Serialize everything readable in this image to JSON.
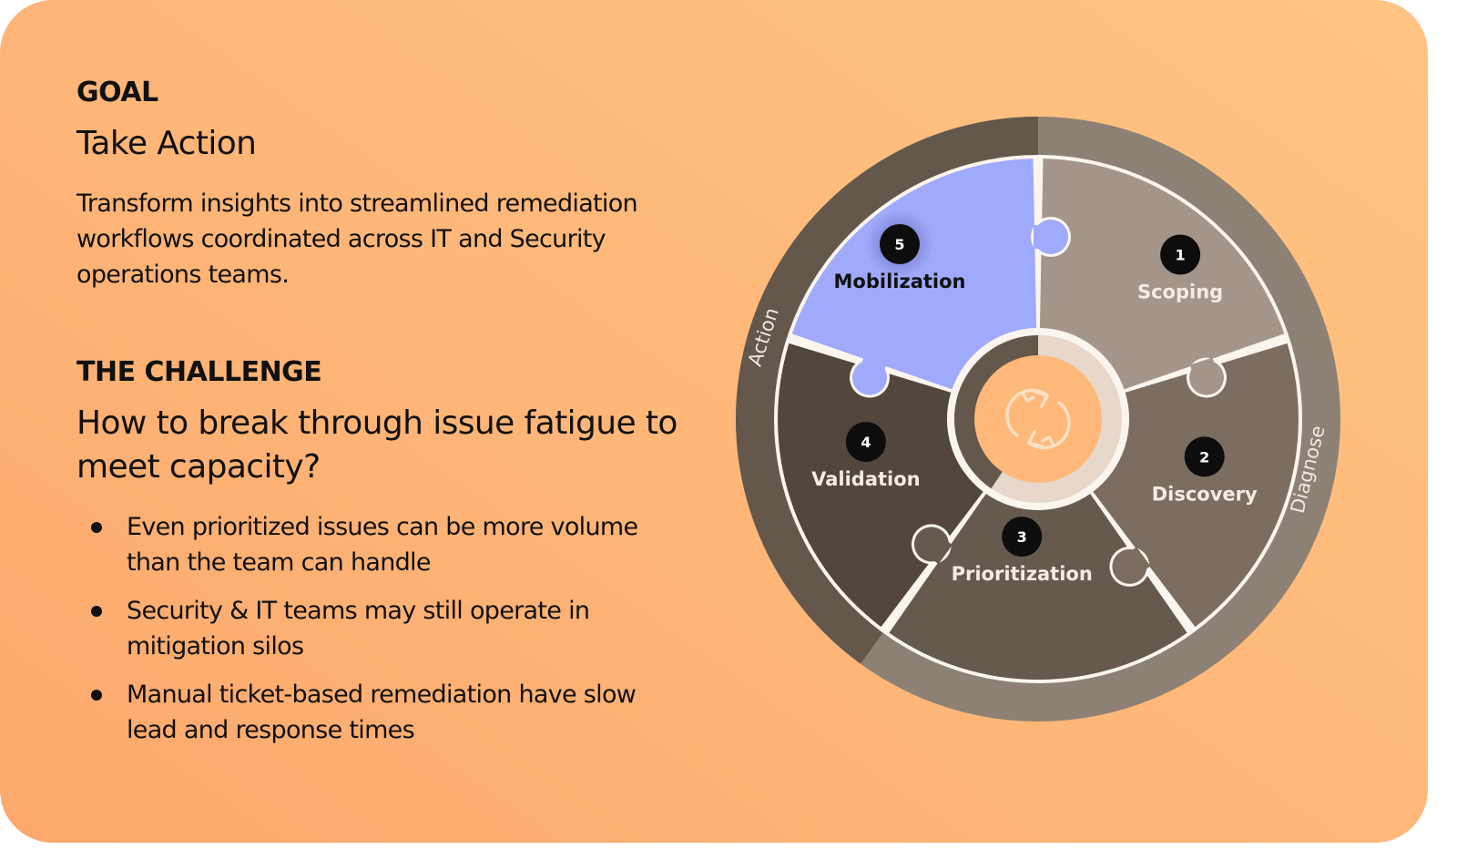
{
  "goal": {
    "kicker": "GOAL",
    "title": "Take Action",
    "description": "Transform insights into streamlined remediation workflows coordinated across IT and Security operations teams."
  },
  "challenge": {
    "kicker": "THE CHALLENGE",
    "question": "How to break through issue fatigue to meet capacity?",
    "bullets": [
      "Even prioritized issues can be more volume than the team can handle",
      "Security & IT teams may still operate in mitigation silos",
      "Manual ticket-based remediation have slow lead and response times"
    ]
  },
  "cycle": {
    "ring_labels": {
      "action": "Action",
      "diagnose": "Diagnose"
    },
    "stages": [
      {
        "number": "1",
        "label": "Scoping",
        "color": "#a4958a"
      },
      {
        "number": "2",
        "label": "Discovery",
        "color": "#7c6d61"
      },
      {
        "number": "3",
        "label": "Prioritization",
        "color": "#665a4f"
      },
      {
        "number": "4",
        "label": "Validation",
        "color": "#52463d"
      },
      {
        "number": "5",
        "label": "Mobilization",
        "color": "#9faafc",
        "active": true
      }
    ],
    "center_icon": "refresh-cycle-icon",
    "colors": {
      "ring_action": "#64574b",
      "ring_diagnose": "#8c8174",
      "active_stage": "#9faafc",
      "center_fill": "#feb97a",
      "outline": "#fbf5ee"
    }
  }
}
